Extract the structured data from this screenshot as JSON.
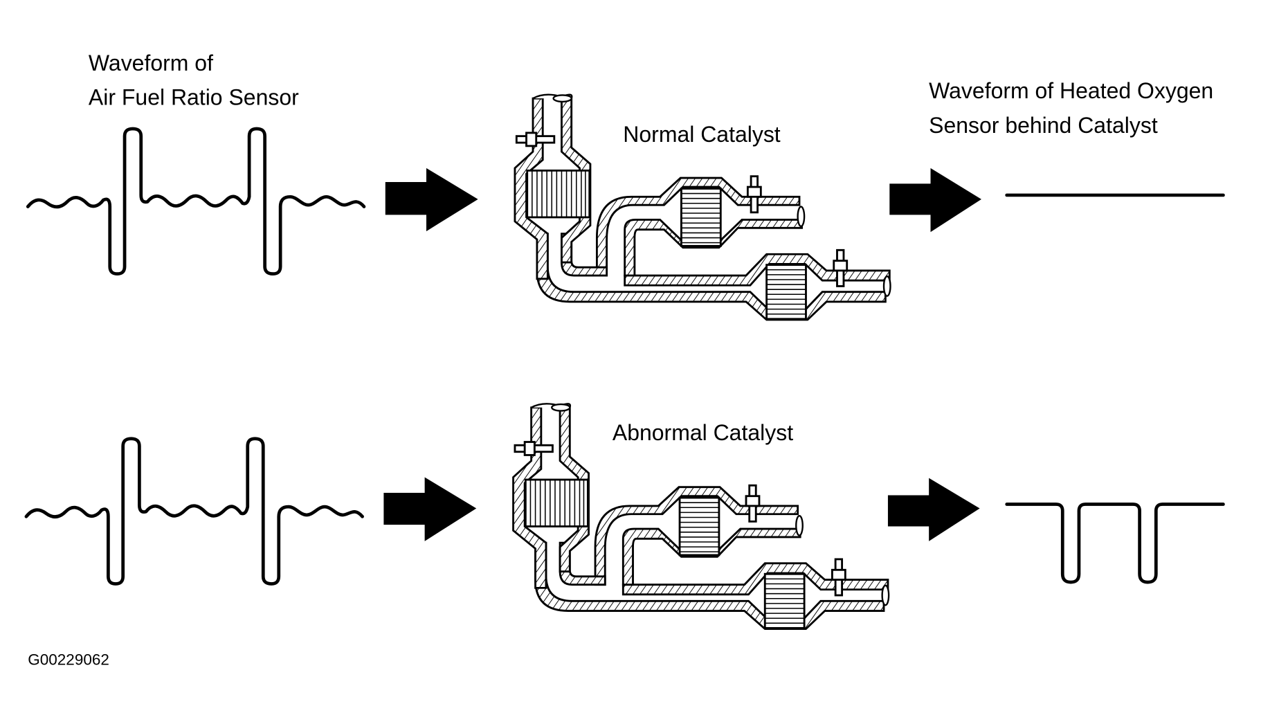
{
  "figure": {
    "left_title_line1": "Waveform of",
    "left_title_line2": "Air Fuel Ratio Sensor",
    "right_title_line1": "Waveform of Heated Oxygen",
    "right_title_line2": "Sensor behind Catalyst",
    "figure_code": "G00229062"
  },
  "rows": [
    {
      "catalyst_label": "Normal Catalyst",
      "input_waveform": "air-fuel-ratio-oscillating",
      "output_waveform": "flat"
    },
    {
      "catalyst_label": "Abnormal Catalyst",
      "input_waveform": "air-fuel-ratio-oscillating",
      "output_waveform": "dips"
    }
  ],
  "colors": {
    "ink": "#000000",
    "background": "#ffffff"
  }
}
